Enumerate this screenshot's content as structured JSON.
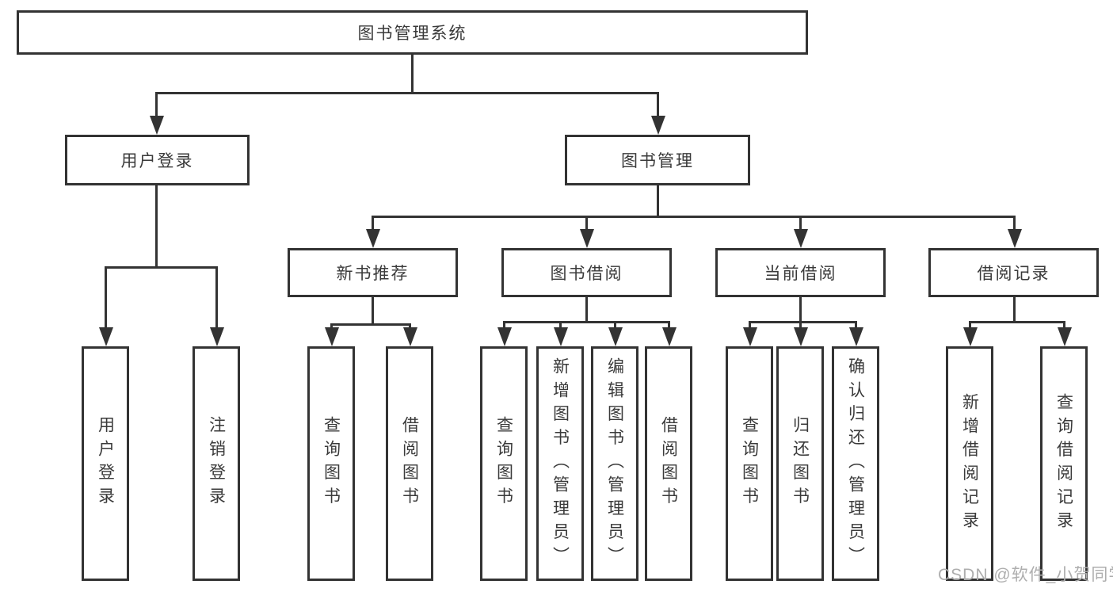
{
  "diagram": {
    "title": "图书管理系统",
    "root": {
      "label": "图书管理系统"
    },
    "branches": [
      {
        "label": "用户登录",
        "children": [
          {
            "label": "用户登录"
          },
          {
            "label": "注销登录"
          }
        ]
      },
      {
        "label": "图书管理",
        "children": [
          {
            "label": "新书推荐",
            "children": [
              {
                "label": "查询图书"
              },
              {
                "label": "借阅图书"
              }
            ]
          },
          {
            "label": "图书借阅",
            "children": [
              {
                "label": "查询图书"
              },
              {
                "label": "新增图书（管理员）"
              },
              {
                "label": "编辑图书（管理员）"
              },
              {
                "label": "借阅图书"
              }
            ]
          },
          {
            "label": "当前借阅",
            "children": [
              {
                "label": "查询图书"
              },
              {
                "label": "归还图书"
              },
              {
                "label": "确认归还（管理员）"
              }
            ]
          },
          {
            "label": "借阅记录",
            "children": [
              {
                "label": "新增借阅记录"
              },
              {
                "label": "查询借阅记录"
              }
            ]
          }
        ]
      }
    ]
  },
  "watermark": {
    "text": "CSDN @软件_小贺同学"
  },
  "colors": {
    "line": "#333333",
    "text": "#3a3a3a",
    "box_background": "#ffffff",
    "page_background": "#ffffff",
    "watermark": "#aeaeae"
  }
}
